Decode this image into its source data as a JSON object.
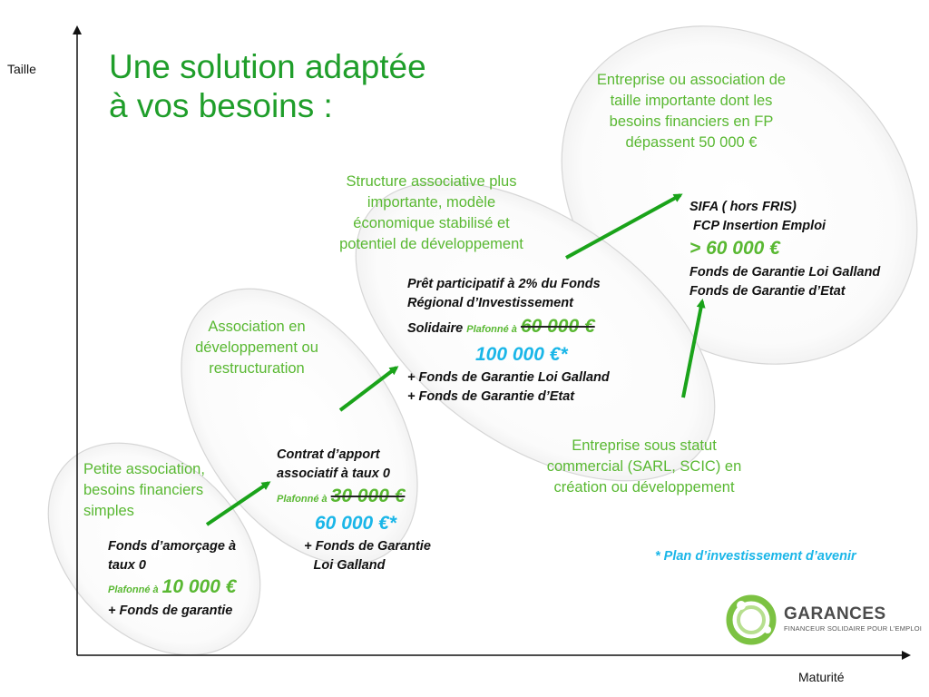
{
  "title": {
    "line1": "Une solution adaptée",
    "line2": "à vos besoins :"
  },
  "axes": {
    "y_label": "Taille",
    "x_label": "Maturité"
  },
  "stages": [
    {
      "description": [
        "Petite association,",
        "besoins financiers",
        "simples"
      ],
      "product": "Fonds d’amorçage à",
      "product2": "taux 0",
      "cap_label": "Plafonné à",
      "cap_value": "10 000 €",
      "extra": [
        "+ Fonds de garantie"
      ]
    },
    {
      "description": [
        "Association en",
        "développement ou",
        "restructuration"
      ],
      "product": "Contrat d’apport",
      "product2": "associatif à taux 0",
      "cap_label": "Plafonné à",
      "cap_value": "30 000 €",
      "cap_value_new": "60 000 €*",
      "extra": [
        "+  Fonds de Garantie",
        "Loi Galland"
      ]
    },
    {
      "description": [
        "Structure associative plus",
        "importante, modèle",
        "économique stabilisé et",
        "potentiel de développement"
      ],
      "product": "Prêt participatif à 2% du Fonds",
      "product2": "Régional d’Investissement",
      "product3": "Solidaire",
      "cap_label": "Plafonné à",
      "cap_value": "60 000 €",
      "cap_value_new": "100 000 €*",
      "extra": [
        "+ Fonds de Garantie Loi Galland",
        "+ Fonds de Garantie d’Etat"
      ]
    },
    {
      "description": [
        "Entreprise ou association de",
        "taille importante dont les",
        "besoins financiers en FP",
        "dépassent 50 000 €"
      ],
      "product": "SIFA ( hors FRIS)",
      "product2": "FCP Insertion Emploi",
      "cap_value": "> 60 000 €",
      "extra": [
        "Fonds de Garantie Loi Galland",
        "Fonds de Garantie d’Etat"
      ]
    },
    {
      "description": [
        "Entreprise sous statut",
        "commercial (SARL, SCIC) en",
        "création ou développement"
      ]
    }
  ],
  "footnote": "* Plan d’investissement d’avenir",
  "logo": {
    "name": "GARANCES",
    "tagline": "FINANCEUR SOLIDAIRE POUR L’EMPLOI"
  },
  "colors": {
    "title": "#1f9e2a",
    "description": "#59b832",
    "arrow": "#1aa31a",
    "footnote": "#1ab6e8"
  }
}
